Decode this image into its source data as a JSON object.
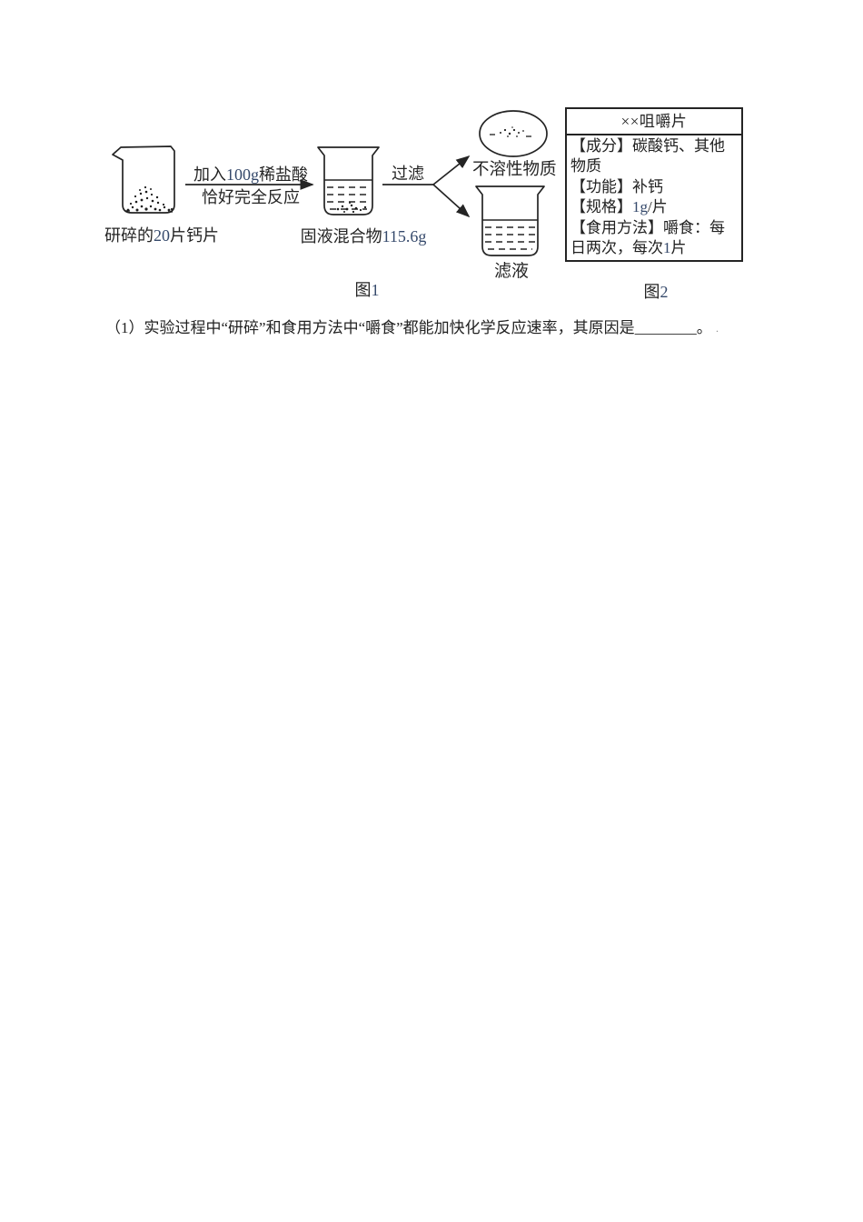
{
  "figure1": {
    "caption": {
      "prefix": "图",
      "num": "1"
    },
    "beaker1_label": {
      "pre": "研碎的",
      "num": "20",
      "post": "片钙片"
    },
    "arrow_label_top": {
      "pre": "加入",
      "num": "100g",
      "post": "稀盐酸"
    },
    "arrow_label_bottom": "恰好完全反应",
    "beaker2_label": {
      "pre": "固液混合物",
      "num": "115.6g"
    },
    "filter_label": "过滤",
    "insoluble_label": "不溶性物质",
    "filtrate_label": "滤液"
  },
  "figure2": {
    "caption": {
      "prefix": "图",
      "num": "2"
    },
    "title": "××咀嚼片",
    "ingredients": "【成分】碳酸钙、其他物质",
    "function": "【功能】补钙",
    "spec": {
      "label": "【规格】",
      "num": "1g",
      "post": "/片"
    },
    "usage": {
      "pre": "【食用方法】嚼食：每日两次，每次",
      "num": "1",
      "post": "片"
    }
  },
  "question": {
    "number": "（1）",
    "text": "实验过程中“研碎”和食用方法中“嚼食”都能加快化学反应速率，其原因是",
    "blank": "________",
    "period": "。",
    "stray": "."
  },
  "colors": {
    "ink": "#242424",
    "digit_blue": "#35496b",
    "page_bg": "#ffffff"
  }
}
